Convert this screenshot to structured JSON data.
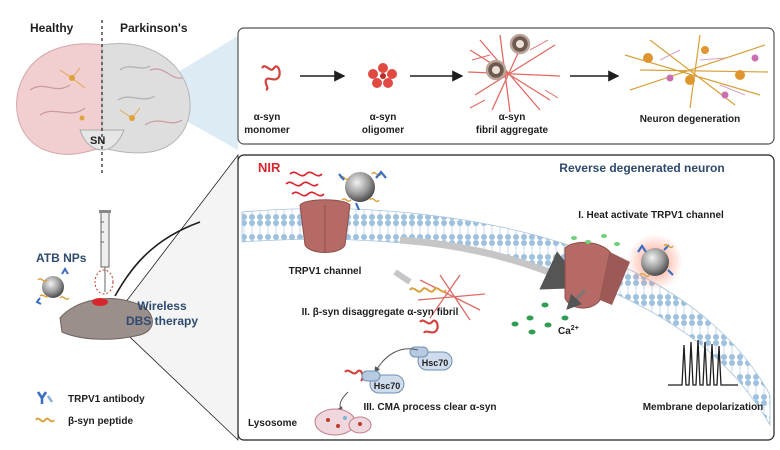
{
  "brain": {
    "healthy_label": "Healthy",
    "parkinsons_label": "Parkinson's",
    "sn_label": "SN"
  },
  "pathway": {
    "steps": [
      {
        "line1": "α-syn",
        "line2": "monomer"
      },
      {
        "line1": "α-syn",
        "line2": "oligomer"
      },
      {
        "line1": "α-syn",
        "line2": "fibril aggregate"
      },
      {
        "line1": "Neuron degeneration",
        "line2": ""
      }
    ]
  },
  "left": {
    "atb_label": "ATB NPs",
    "therapy_line1": "Wireless",
    "therapy_line2": "DBS therapy"
  },
  "legend": {
    "items": [
      {
        "label": "TRPV1 antibody",
        "icon": "antibody-icon"
      },
      {
        "label": "β-syn peptide",
        "icon": "peptide-icon"
      }
    ]
  },
  "main": {
    "nir_label": "NIR",
    "title": "Reverse degenerated neuron",
    "trpv1_label": "TRPV1 channel",
    "step1": "I. Heat activate TRPV1 channel",
    "step2": "II. β-syn disaggregate α-syn fibril",
    "step3": "III. CMA process clear α-syn",
    "hsc70_label": "Hsc70",
    "hsc70_label_2": "Hsc70",
    "ca_label": "Ca",
    "ca_charge": "2+",
    "lysosome_label": "Lysosome",
    "depolarization_label": "Membrane depolarization"
  },
  "colors": {
    "title_blue": "#2e4a70",
    "nir_red": "#d8262e",
    "channel": "#b56a66",
    "membrane_blue": "#9ec1e0",
    "gold": "#d9a03a",
    "fibril": "#d4433c"
  }
}
